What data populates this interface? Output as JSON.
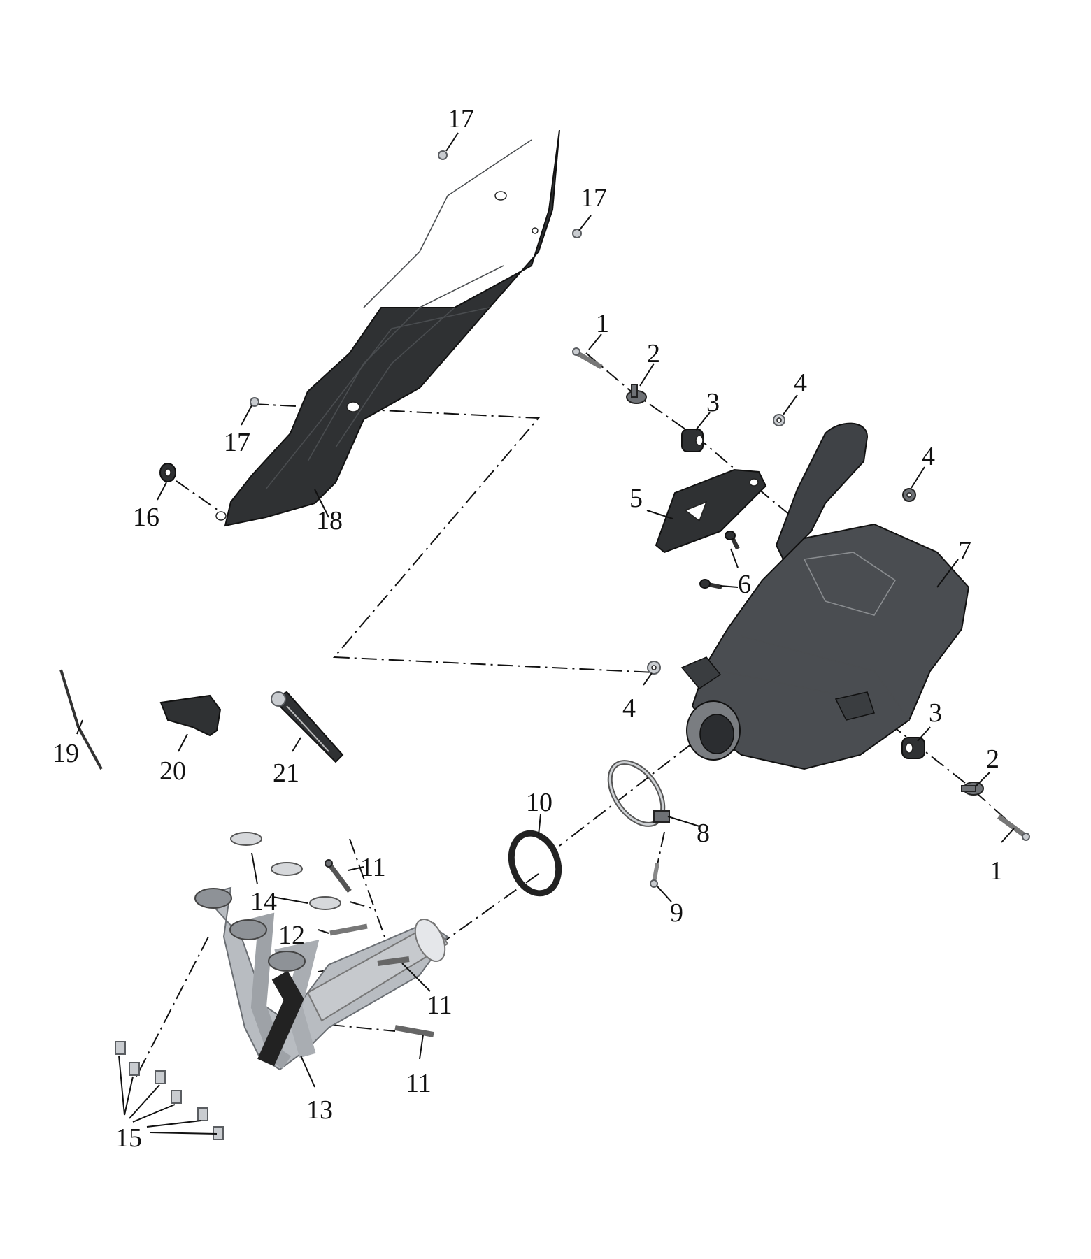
{
  "diagram": {
    "callouts": [
      {
        "id": "c17a",
        "text": "17"
      },
      {
        "id": "c17b",
        "text": "17"
      },
      {
        "id": "c17c",
        "text": "17"
      },
      {
        "id": "c1a",
        "text": "1"
      },
      {
        "id": "c2a",
        "text": "2"
      },
      {
        "id": "c3a",
        "text": "3"
      },
      {
        "id": "c4a",
        "text": "4"
      },
      {
        "id": "c4b",
        "text": "4"
      },
      {
        "id": "c4c",
        "text": "4"
      },
      {
        "id": "c5",
        "text": "5"
      },
      {
        "id": "c6",
        "text": "6"
      },
      {
        "id": "c7",
        "text": "7"
      },
      {
        "id": "c16",
        "text": "16"
      },
      {
        "id": "c18",
        "text": "18"
      },
      {
        "id": "c19",
        "text": "19"
      },
      {
        "id": "c20",
        "text": "20"
      },
      {
        "id": "c21",
        "text": "21"
      },
      {
        "id": "c3b",
        "text": "3"
      },
      {
        "id": "c2b",
        "text": "2"
      },
      {
        "id": "c1b",
        "text": "1"
      },
      {
        "id": "c8",
        "text": "8"
      },
      {
        "id": "c9",
        "text": "9"
      },
      {
        "id": "c10",
        "text": "10"
      },
      {
        "id": "c11a",
        "text": "11"
      },
      {
        "id": "c11b",
        "text": "11"
      },
      {
        "id": "c11c",
        "text": "11"
      },
      {
        "id": "c12",
        "text": "12"
      },
      {
        "id": "c13",
        "text": "13"
      },
      {
        "id": "c14",
        "text": "14"
      },
      {
        "id": "c15",
        "text": "15"
      }
    ],
    "colors": {
      "ink": "#111111",
      "heat_shield": "#2f3133",
      "muffler": "#4a4d51",
      "header_pipe": "#b8bcc1",
      "background": "#ffffff"
    }
  }
}
